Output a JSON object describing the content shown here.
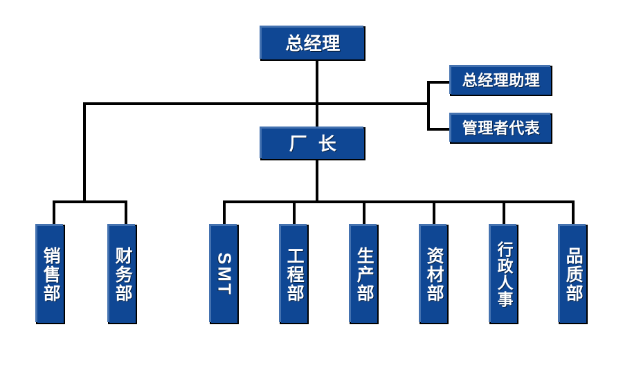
{
  "chart": {
    "type": "org-chart",
    "title": "",
    "theme": {
      "box_fill": "#0F4794",
      "box_border": "#000000",
      "box_bevel": "#4472B0",
      "text_color": "#FFFFFF",
      "line_color": "#000000",
      "background": "#FFFFFF"
    },
    "levels": [
      {
        "level": 1,
        "nodes": [
          {
            "id": "gm",
            "label": "总经理"
          }
        ]
      },
      {
        "level": 2,
        "nodes": [
          {
            "id": "gm-assistant",
            "label": "总经理助理"
          },
          {
            "id": "mgmt-rep",
            "label": "管理者代表"
          }
        ]
      },
      {
        "level": 3,
        "nodes": [
          {
            "id": "factory-director",
            "label": "厂  长"
          }
        ]
      },
      {
        "level": 4,
        "nodes": [
          {
            "id": "sales",
            "label": "销售部"
          },
          {
            "id": "finance",
            "label": "财务部"
          },
          {
            "id": "smt",
            "label": "SMT"
          },
          {
            "id": "engineering",
            "label": "工程部"
          },
          {
            "id": "production",
            "label": "生产部"
          },
          {
            "id": "materials",
            "label": "资材部"
          },
          {
            "id": "admin-hr",
            "label": "行政人事"
          },
          {
            "id": "quality",
            "label": "品质部"
          }
        ]
      }
    ],
    "edges": [
      {
        "from": "gm",
        "to": "gm-assistant"
      },
      {
        "from": "gm",
        "to": "mgmt-rep"
      },
      {
        "from": "gm",
        "to": "factory-director"
      },
      {
        "from": "gm",
        "to": "sales"
      },
      {
        "from": "gm",
        "to": "finance"
      },
      {
        "from": "factory-director",
        "to": "smt"
      },
      {
        "from": "factory-director",
        "to": "engineering"
      },
      {
        "from": "factory-director",
        "to": "production"
      },
      {
        "from": "factory-director",
        "to": "materials"
      },
      {
        "from": "factory-director",
        "to": "admin-hr"
      },
      {
        "from": "factory-director",
        "to": "quality"
      }
    ]
  },
  "nodes": {
    "gm": "总经理",
    "gm_assistant": "总经理助理",
    "mgmt_rep": "管理者代表",
    "factory_director": "厂  长",
    "sales": "销售部",
    "finance": "财务部",
    "smt": "SMT",
    "engineering": "工程部",
    "production": "生产部",
    "materials": "资材部",
    "admin_hr": "行政人事",
    "quality": "品质部"
  }
}
